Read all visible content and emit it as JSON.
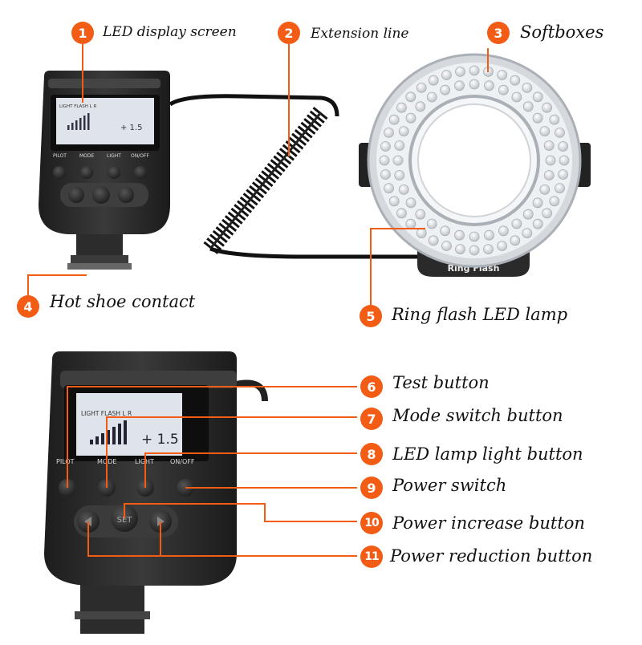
{
  "callouts": [
    {
      "number": "1",
      "label": "LED display screen"
    },
    {
      "number": "2",
      "label": "Extension line"
    },
    {
      "number": "3",
      "label": "Softboxes"
    },
    {
      "number": "4",
      "label": "Hot shoe contact"
    },
    {
      "number": "5",
      "label": "Ring flash LED lamp"
    },
    {
      "number": "6",
      "label": "Test button"
    },
    {
      "number": "7",
      "label": "Mode switch button"
    },
    {
      "number": "8",
      "label": "LED lamp light button"
    },
    {
      "number": "9",
      "label": "Power switch"
    },
    {
      "number": "10",
      "label": "Power increase button"
    },
    {
      "number": "11",
      "label": "Power reduction button"
    }
  ],
  "device": {
    "lcd_top": "LIGHT FLASH    L      R",
    "lcd_value": "+ 1.5",
    "button_labels": [
      "PILOT",
      "MODE",
      "LIGHT",
      "ON/OFF"
    ],
    "set_label": "SET",
    "ring_label": "Ring Flash"
  },
  "colors": {
    "accent": "#f25c15",
    "body": "#2a2a2a",
    "lcd": "#dfe4ea"
  }
}
